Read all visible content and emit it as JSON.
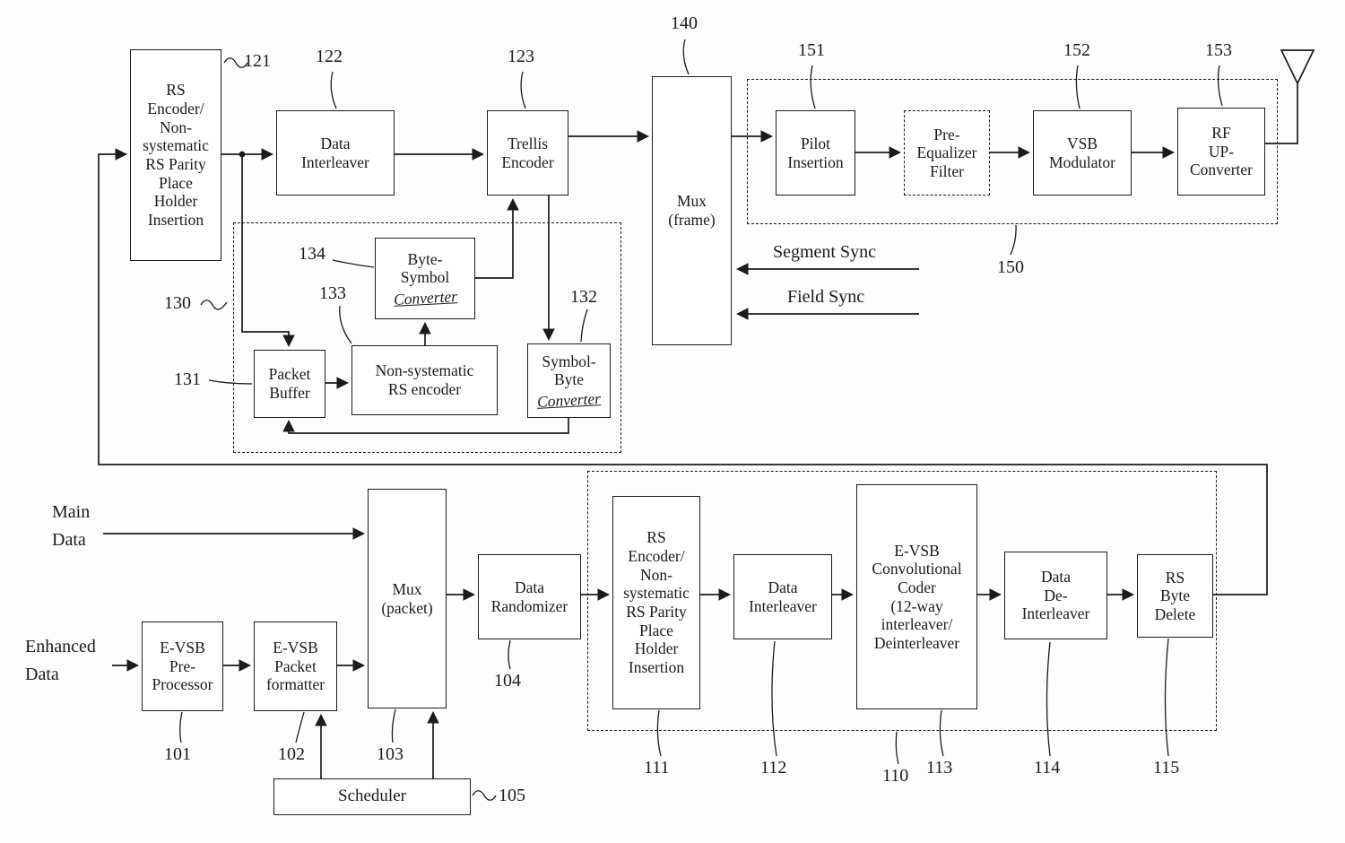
{
  "colors": {
    "ink": "#1b1b1b",
    "paper": "#ffffff"
  },
  "blocks": {
    "b121": {
      "label": "RS\nEncoder/\nNon-\nsystematic\nRS Parity\nPlace\nHolder\nInsertion"
    },
    "b122": {
      "label": "Data\nInterleaver"
    },
    "b123": {
      "label": "Trellis\nEncoder"
    },
    "b140": {
      "label": "Mux\n(frame)"
    },
    "b151": {
      "label": "Pilot\nInsertion"
    },
    "bpreeq": {
      "label": "Pre-\nEqualizer\nFilter"
    },
    "b152": {
      "label": "VSB\nModulator"
    },
    "b153": {
      "label": "RF\nUP-\nConverter"
    },
    "b131": {
      "label": "Packet\nBuffer"
    },
    "b133": {
      "label": "Non-systematic\nRS encoder"
    },
    "b134": {
      "label": "Byte-\nSymbol",
      "label_hand": "Converter"
    },
    "b132": {
      "label": "Symbol-\nByte",
      "label_hand": "Converter"
    },
    "b101": {
      "label": "E-VSB\nPre-\nProcessor"
    },
    "b102": {
      "label": "E-VSB\nPacket\nformatter"
    },
    "b103": {
      "label": "Mux\n(packet)"
    },
    "b104": {
      "label": "Data\nRandomizer"
    },
    "b111": {
      "label": "RS\nEncoder/\nNon-\nsystematic\nRS Parity\nPlace\nHolder\nInsertion"
    },
    "b112": {
      "label": "Data\nInterleaver"
    },
    "b113": {
      "label": "E-VSB\nConvolutional\nCoder\n(12-way\ninterleaver/\nDeinterleaver"
    },
    "b114": {
      "label": "Data\nDe-\nInterleaver"
    },
    "b115": {
      "label": "RS\nByte\nDelete"
    },
    "b105": {
      "label": "Scheduler"
    }
  },
  "refs": {
    "r101": "101",
    "r102": "102",
    "r103": "103",
    "r104": "104",
    "r105": "105",
    "r110": "110",
    "r111": "111",
    "r112": "112",
    "r113": "113",
    "r114": "114",
    "r115": "115",
    "r121": "121",
    "r122": "122",
    "r123": "123",
    "r130": "130",
    "r131": "131",
    "r132": "132",
    "r133": "133",
    "r134": "134",
    "r140": "140",
    "r150": "150",
    "r151": "151",
    "r152": "152",
    "r153": "153"
  },
  "signals": {
    "main_data": "Main\nData",
    "enhanced_data": "Enhanced\nData",
    "segment_sync": "Segment Sync",
    "field_sync": "Field Sync"
  }
}
